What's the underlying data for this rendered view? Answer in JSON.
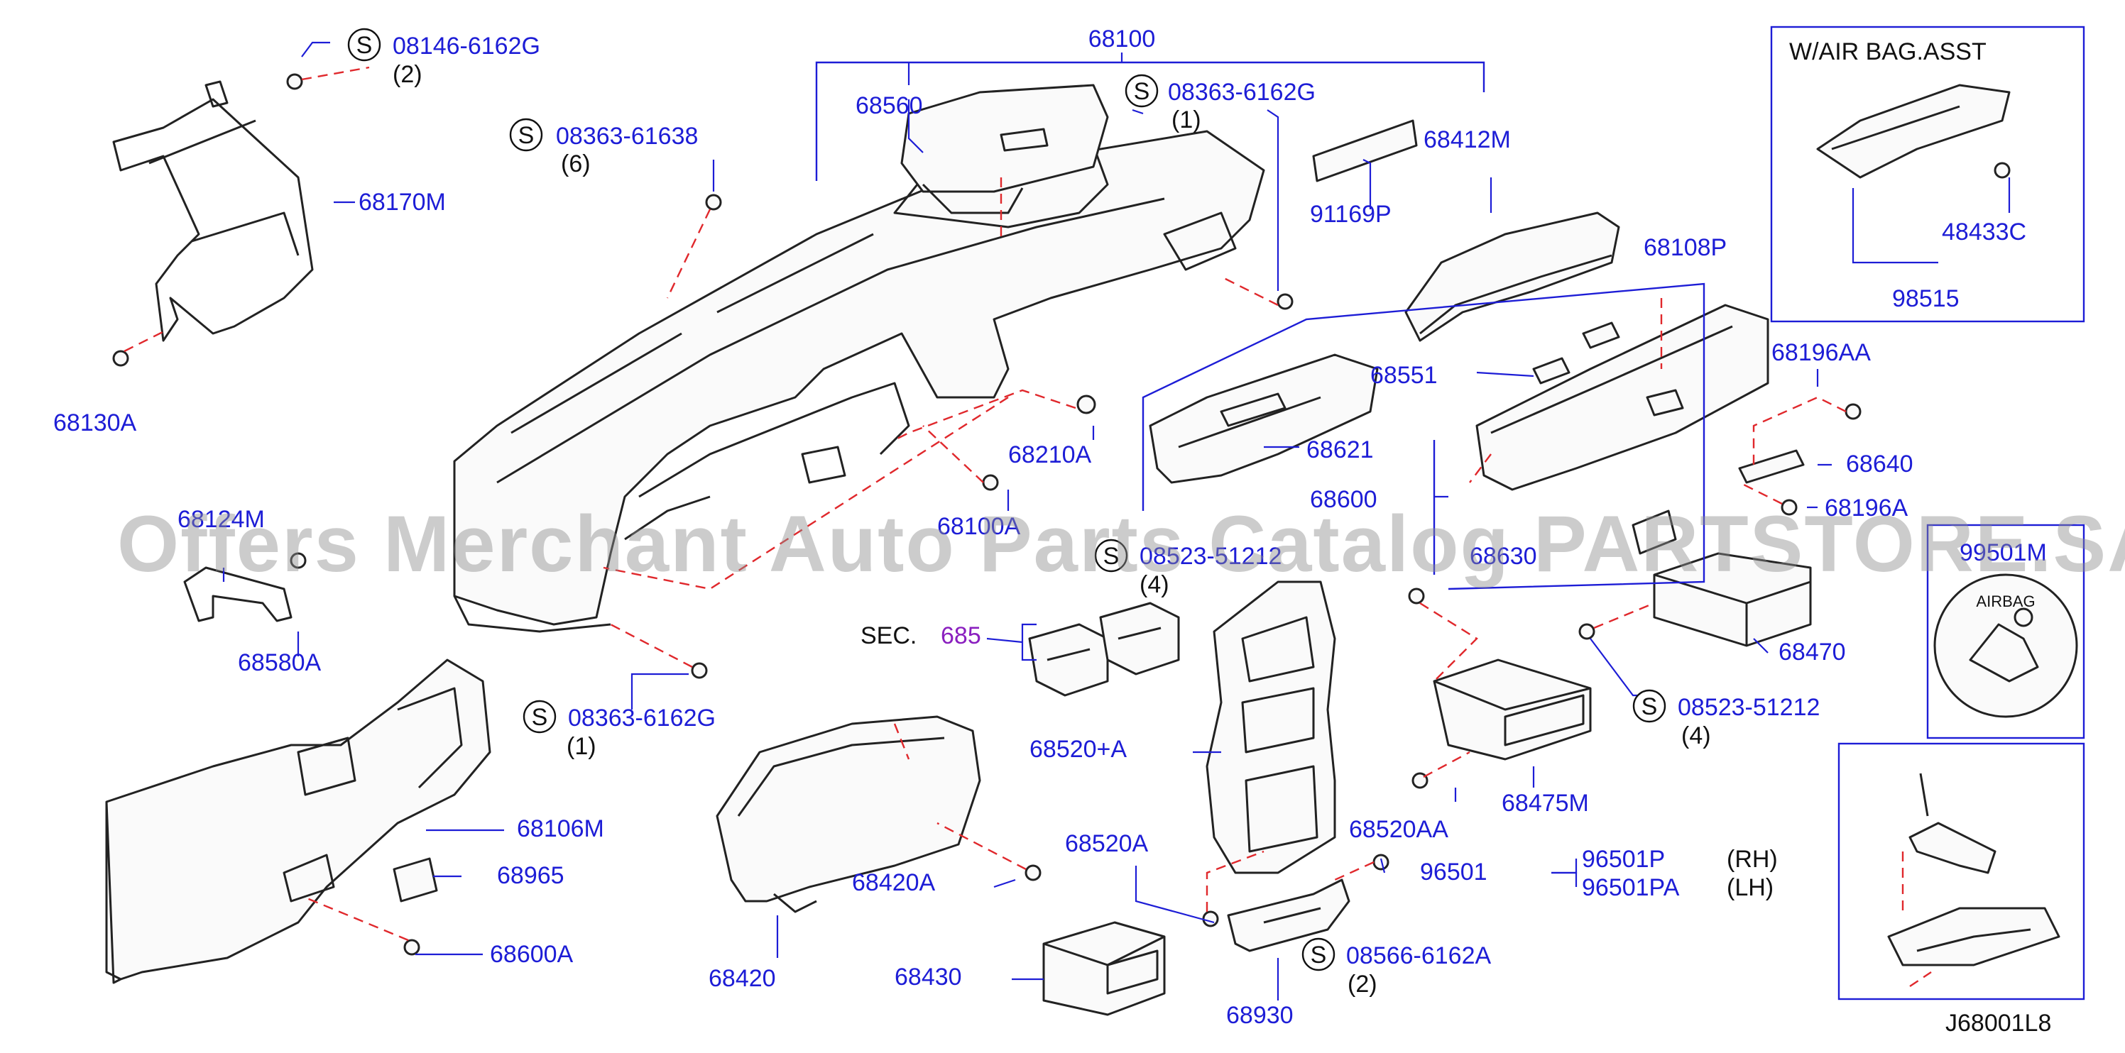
{
  "labels": {
    "p68100": "68100",
    "p68560": "68560",
    "s08363_6162G_top": "08363-6162G",
    "q1_top": "(1)",
    "s08363_61638": "08363-61638",
    "q6": "(6)",
    "s08146_6162G": "08146-6162G",
    "q2_top": "(2)",
    "p68170M": "68170M",
    "p68130A": "68130A",
    "p68412M": "68412M",
    "p91169P": "91169P",
    "p68108P": "68108P",
    "p68551": "68551",
    "p68621": "68621",
    "p68600": "68600",
    "p68630": "68630",
    "p68210A": "68210A",
    "p68100A": "68100A",
    "p68124M": "68124M",
    "p68580A": "68580A",
    "s08523_51212_mid": "08523-51212",
    "q4_mid": "(4)",
    "s08363_6162G_low": "08363-6162G",
    "q1_low": "(1)",
    "sec_label": "SEC.",
    "sec_num": "685",
    "p68520pA": "68520+A",
    "p68106M": "68106M",
    "p68965": "68965",
    "p68600A": "68600A",
    "p68420A": "68420A",
    "p68420": "68420",
    "p68430": "68430",
    "p68520A": "68520A",
    "p68930": "68930",
    "s08566_6162A": "08566-6162A",
    "q2_low": "(2)",
    "p68520AA": "68520AA",
    "p96501": "96501",
    "p96501P": "96501P",
    "p96501PA": "96501PA",
    "rh": "(RH)",
    "lh": "(LH)",
    "p68475M": "68475M",
    "s08523_51212_right": "08523-51212",
    "q4_right": "(4)",
    "p68470": "68470",
    "p68196AA": "68196AA",
    "p68640": "68640",
    "p68196A": "68196A",
    "airbag_title": "W/AIR   BAG.ASST",
    "p48433C": "48433C",
    "p98515": "98515",
    "p99501M": "99501M",
    "airbag_badge": "AIRBAG",
    "drawing_code": "J68001L8",
    "s_symbol": "S"
  },
  "watermark": "Offers Merchant Auto Parts Catalog PARTSTORE.SA",
  "colors": {
    "label_blue": "#1d1dd6",
    "dash_red": "#e0282c",
    "section_purple": "#8a1fbf",
    "line_black": "#222222",
    "watermark_gray": "#8f8f8f"
  }
}
